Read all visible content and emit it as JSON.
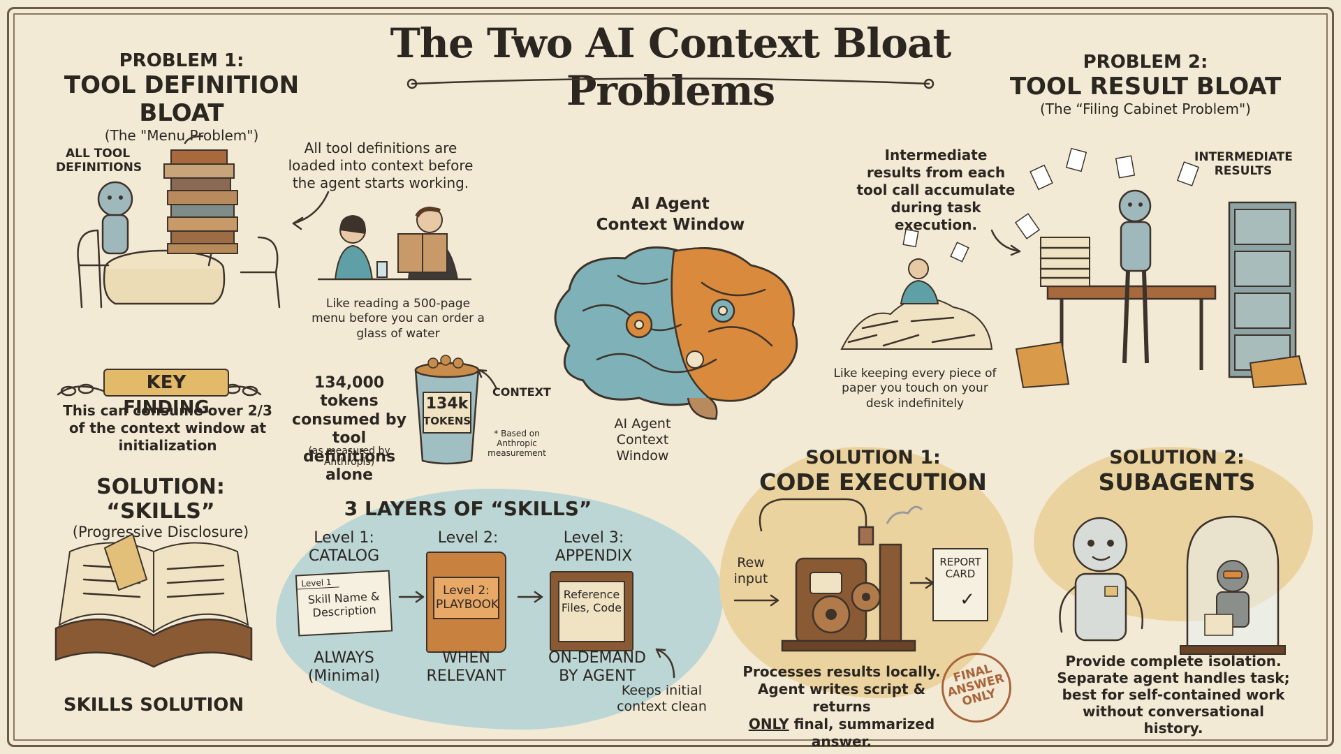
{
  "title": "The Two AI Context Bloat Problems",
  "problem1": {
    "heading1": "PROBLEM 1:",
    "heading2": "TOOL DEFINITION BLOAT",
    "subtitle": "(The \"Menu Problem\")",
    "label_all_tools": "ALL TOOL DEFINITIONS",
    "desc": "All tool definitions are loaded into context before the agent starts working.",
    "analogy": "Like reading a 500-page menu before you can order a glass of water"
  },
  "key_finding": {
    "label": "KEY FINDING",
    "text": "This can consume over 2/3 of the context window at initialization"
  },
  "tokens": {
    "main": "134,000 tokens consumed by tool definitions alone",
    "note": "(as measured by Anthropis)",
    "bucket_value": "134k",
    "bucket_unit": "TOKENS",
    "context_label": "CONTEXT",
    "footnote": "* Based on Anthropic measurement"
  },
  "brain": {
    "label_top": "AI Agent Context Window",
    "label_bottom": "AI Agent Context Window"
  },
  "problem2": {
    "heading1": "PROBLEM 2:",
    "heading2": "TOOL RESULT BLOAT",
    "subtitle": "(The “Filing Cabinet Problem\")",
    "label_intermediate": "INTERMEDIATE RESULTS",
    "desc": "Intermediate results from each tool call accumulate during task execution.",
    "analogy": "Like keeping every piece of paper you touch on your desk indefinitely"
  },
  "skills": {
    "heading": "SOLUTION: “SKILLS”",
    "subtitle": "(Progressive Disclosure)",
    "caption": "SKILLS SOLUTION",
    "layers_title": "3 LAYERS OF “SKILLS”",
    "levels": [
      {
        "head": "Level 1: CATALOG",
        "card_tag": "Level 1",
        "card_text": "Skill Name & Description",
        "foot": "ALWAYS (Minimal)"
      },
      {
        "head": "Level 2:",
        "card_text": "Level 2: PLAYBOOK",
        "foot": "WHEN RELEVANT"
      },
      {
        "head": "Level 3: APPENDIX",
        "card_text": "Reference Files, Code",
        "foot": "ON-DEMAND BY AGENT"
      }
    ],
    "note": "Keeps initial context clean"
  },
  "solution1": {
    "heading1": "SOLUTION 1:",
    "heading2": "CODE EXECUTION",
    "input_label": "Rew input",
    "report_card": "REPORT CARD",
    "desc_line1": "Processes results locally.",
    "desc_line2": "Agent writes script & returns",
    "desc_only": "ONLY",
    "desc_line3": "final, summarized answer.",
    "stamp": "FINAL ANSWER ONLY"
  },
  "solution2": {
    "heading1": "SOLUTION 2:",
    "heading2": "SUBAGENTS",
    "desc": "Provide complete isolation. Separate agent handles task; best for self-contained work without conversational history."
  },
  "colors": {
    "paper": "#f3ead6",
    "ink": "#2b2620",
    "orange": "#d98a3c",
    "teal": "#5f9fa6",
    "gold": "#e3c07a",
    "brown": "#8a5a34"
  }
}
